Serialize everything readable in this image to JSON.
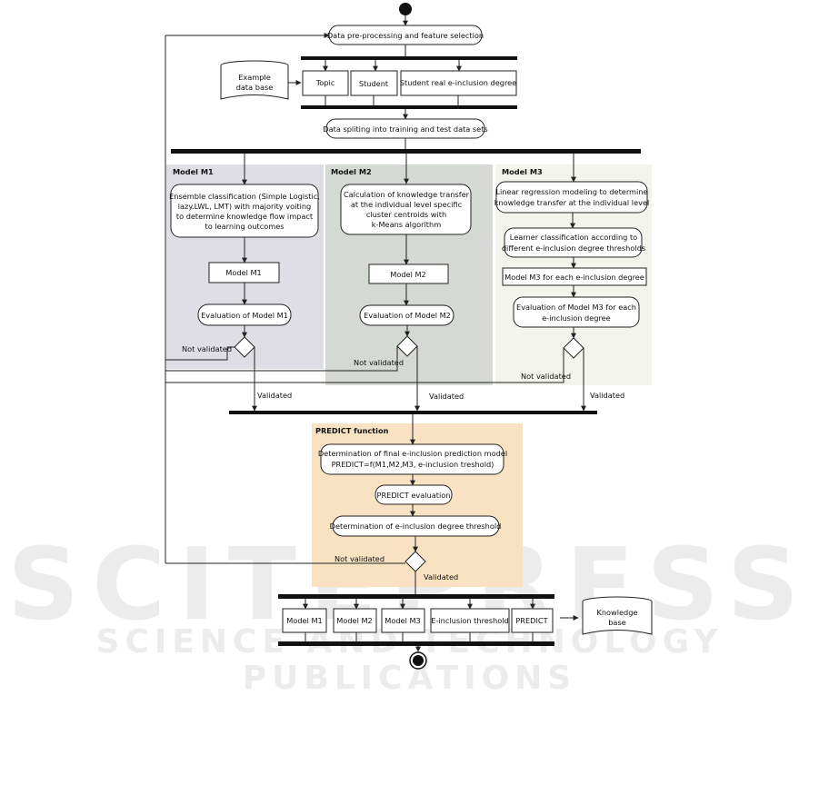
{
  "watermark": {
    "line1": "SCITEPRESS",
    "line2": "SCIENCE AND TECHNOLOGY PUBLICATIONS"
  },
  "nodes": {
    "preprocessing": "Data pre-processing and feature selection",
    "example_db_line1": "Example",
    "example_db_line2": "data base",
    "topic": "Topic",
    "student": "Student",
    "student_degree": "Student real e-inclusion degree",
    "splitting": "Data spliting into training and test data sets"
  },
  "models": {
    "m1": {
      "title": "Model M1",
      "step1": [
        "Ensemble classification (Simple Logistic,",
        "lazy.LWL, LMT) with majority voiting",
        "to determine knowledge flow impact",
        "to learning outcomes"
      ],
      "model": "Model M1",
      "evaluation": "Evaluation of Model  M1"
    },
    "m2": {
      "title": "Model M2",
      "step1": [
        "Calculation of knowledge transfer",
        "at the individual level specific",
        "cluster centroids with",
        "k-Means algorithm"
      ],
      "model": "Model M2",
      "evaluation": "Evaluation of Model  M2"
    },
    "m3": {
      "title": "Model M3",
      "step1": [
        "Linear regression modeling to determine",
        "knowledge transfer at the individual level"
      ],
      "step2": [
        "Learner classification according to",
        "different e-inclusion degree thresholds"
      ],
      "model": "Model M3 for each e-inclusion degree",
      "evaluation": [
        "Evaluation of Model M3 for each",
        "e-inclusion degree"
      ]
    }
  },
  "labels": {
    "not_validated": "Not validated",
    "validated": "Validated"
  },
  "predict": {
    "title": "PREDICT function",
    "determination": [
      "Determination of final  e-inclusion prediction model",
      "PREDICT=f(M1,M2,M3, e-inclusion treshold)"
    ],
    "evaluation": "PREDICT evaluation",
    "threshold": "Determination of e-inclusion degree threshold"
  },
  "outputs": {
    "m1": "Model M1",
    "m2": "Model M2",
    "m3": "Model M3",
    "threshold": "E-inclusion threshold",
    "predict": "PREDICT",
    "kb_line1": "Knowledge",
    "kb_line2": "base"
  },
  "colors": {
    "m1_bg": "#dfdee5",
    "m2_bg": "#d4d9d3",
    "m3_bg": "#f3f4eb",
    "predict_bg": "#f9e2c2"
  }
}
